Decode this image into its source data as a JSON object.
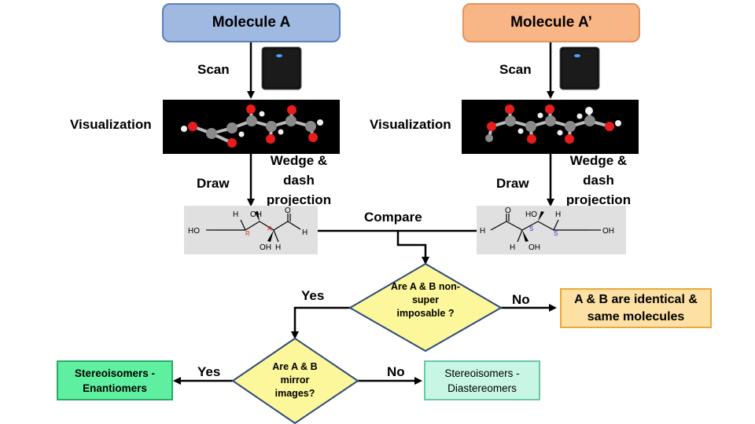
{
  "molecule_a": {
    "title": "Molecule A",
    "fill": "#9fb9e0",
    "border": "#5b7fbf"
  },
  "molecule_a_prime": {
    "title": "Molecule A’",
    "fill": "#f8b687",
    "border": "#e3925b"
  },
  "steps": {
    "scan": "Scan",
    "visualization": "Visualization",
    "draw": "Draw",
    "wedge_dash": "Wedge & dash projection",
    "compare": "Compare"
  },
  "decision1": {
    "text": "Are A & B non-super imposable ?",
    "fill": "#fbf79a"
  },
  "decision2": {
    "text": "Are A & B mirror images?",
    "fill": "#fbf79a"
  },
  "branch": {
    "yes": "Yes",
    "no": "No"
  },
  "outcomes": {
    "identical": {
      "text": "A & B are identical & same molecules",
      "fill": "#fde0a3",
      "border": "#e8a93c"
    },
    "enantiomers": {
      "text": "Stereoisomers - Enantiomers",
      "fill": "#5ef0a0",
      "border": "#2ea86a"
    },
    "diastereomers": {
      "text": "Stereoisomers - Diastereomers",
      "fill": "#c8f6e4",
      "border": "#6cc7a6"
    }
  },
  "structure_left": {
    "groups": [
      "HO",
      "H",
      "OH",
      "R",
      "R",
      "O",
      "H",
      "OH",
      "H"
    ]
  },
  "structure_right": {
    "groups": [
      "O",
      "H",
      "S",
      "S",
      "HO",
      "H",
      "OH",
      "H",
      "OH"
    ]
  }
}
